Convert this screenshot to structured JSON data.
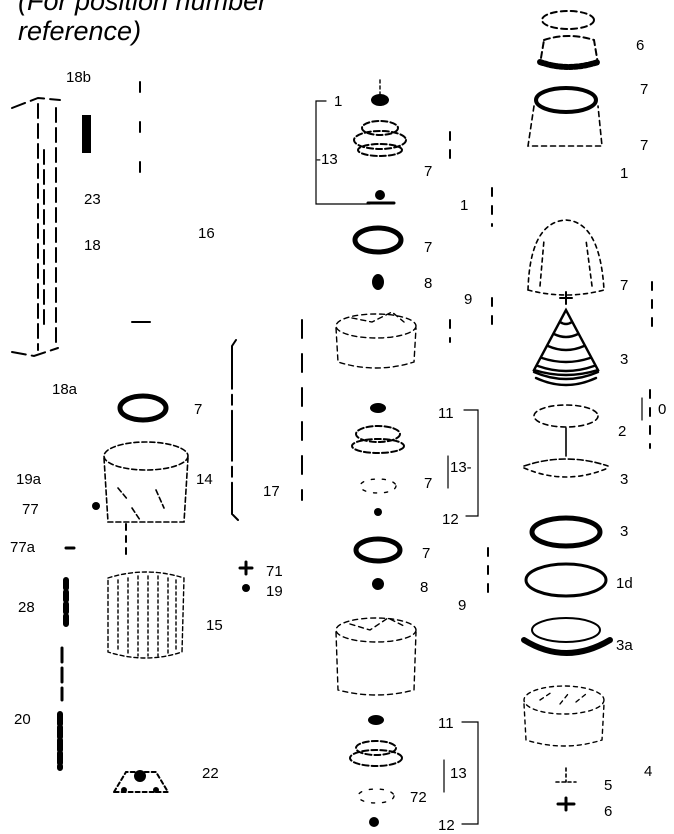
{
  "heading": {
    "line1": "(For position number",
    "line2": "reference)"
  },
  "callouts": {
    "c18b": "18b",
    "c23": "23",
    "c18": "18",
    "c18a": "18a",
    "c16": "16",
    "c7_ring_left": "7",
    "c14": "14",
    "c17": "17",
    "c19a": "19a",
    "c77": "77",
    "c77a": "77a",
    "c71": "71",
    "c19": "19",
    "c28": "28",
    "c15": "15",
    "c20": "20",
    "c22": "22",
    "c1_top": "1",
    "c13_top": "-13",
    "c7_mid1": "7",
    "c1_mid": "1",
    "c7_mid2": "7",
    "c8_mid1": "8",
    "c9_mid1": "9",
    "c11_mid": "11",
    "c13_mid": "13-",
    "c7_mid3": "7",
    "c12_mid": "12",
    "c7_mid4": "7",
    "c8_mid2": "8",
    "c9_mid2": "9",
    "c11_bot": "11",
    "c13_bot": "13",
    "c72_bot": "72",
    "c12_bot": "12",
    "c6_top": "6",
    "c7_r1": "7",
    "c7_r2": "7",
    "c1_r": "1",
    "c7_r3": "7",
    "c3_r1": "3",
    "c0_r": "0",
    "c2_r": "2",
    "c3_r2": "3",
    "c3_r3": "3",
    "c1d_r": "1d",
    "c3a_r": "3a",
    "c4_r": "4",
    "c5_r": "5",
    "c6_bot": "6"
  }
}
